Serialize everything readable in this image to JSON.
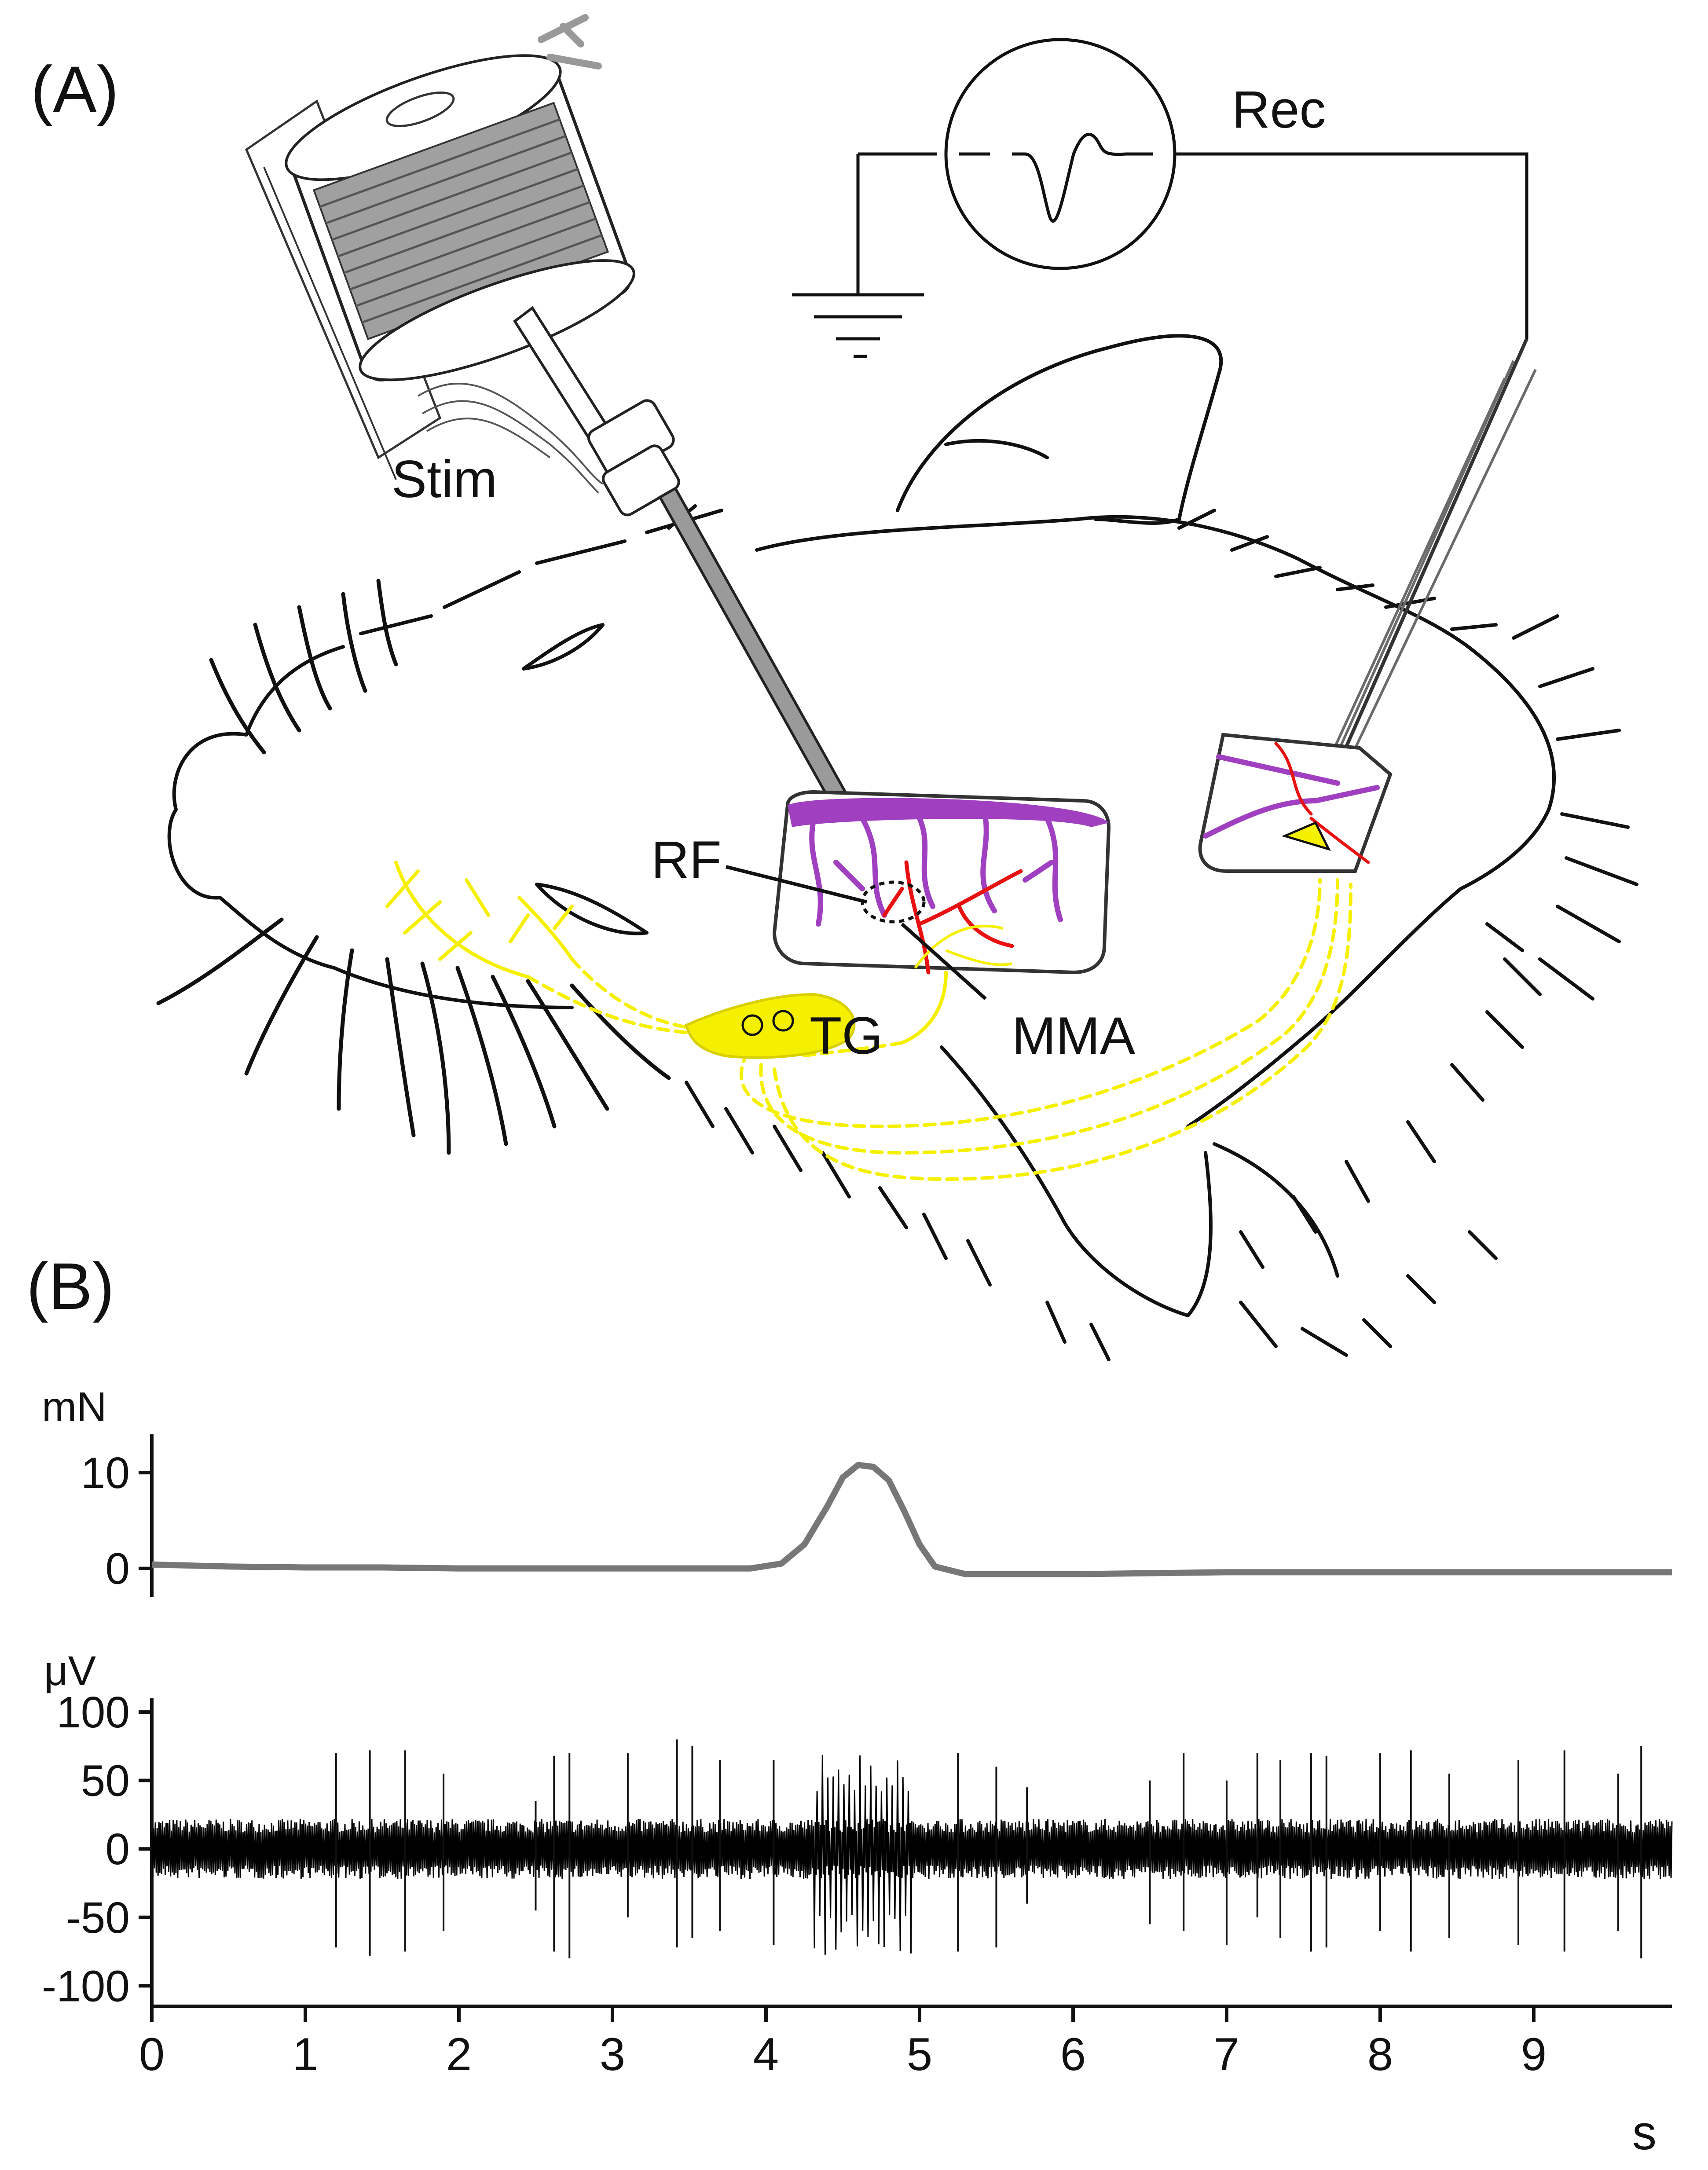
{
  "panelA": {
    "label": "(A)",
    "labels": {
      "stim": "Stim",
      "rec": "Rec",
      "rf": "RF",
      "tg": "TG",
      "mma": "MMA"
    }
  },
  "panelB": {
    "label": "(B)"
  },
  "colors": {
    "ink": "#111111",
    "nerve": "#f5f000",
    "dura_vessel": "#a040c0",
    "artery": "#e81010",
    "probe": "#9a9a9a",
    "coil": "#a0a0a0"
  },
  "chart_data": [
    {
      "type": "line",
      "ylabel": "mN",
      "yticks": [
        0,
        10
      ],
      "ylim": [
        -3,
        14
      ],
      "xlim": [
        0,
        9.9
      ],
      "series": [
        {
          "x": [
            0,
            0.5,
            1,
            1.5,
            2,
            2.5,
            3,
            3.5,
            3.9,
            4.1,
            4.25,
            4.4,
            4.5,
            4.6,
            4.7,
            4.8,
            4.9,
            5.0,
            5.1,
            5.3,
            6,
            7,
            8,
            9,
            9.9
          ],
          "y": [
            0.4,
            0.2,
            0.1,
            0.1,
            0,
            0,
            0,
            0,
            0,
            0.5,
            2.5,
            6.5,
            9.5,
            10.8,
            10.6,
            9.2,
            6.0,
            2.5,
            0.2,
            -0.6,
            -0.6,
            -0.4,
            -0.4,
            -0.4,
            -0.4
          ]
        }
      ]
    },
    {
      "type": "line",
      "ylabel": "μV",
      "xlabel": "s",
      "yticks": [
        100,
        50,
        0,
        -50,
        -100
      ],
      "xticks": [
        0,
        1,
        2,
        3,
        4,
        5,
        6,
        7,
        8,
        9
      ],
      "ylim": [
        -115,
        110
      ],
      "xlim": [
        0,
        9.9
      ],
      "noise_amplitude": 22,
      "burst_window": [
        4.3,
        4.95
      ],
      "burst_amplitude": [
        70,
        -80
      ],
      "spikes": [
        {
          "t": 1.2,
          "up": 70,
          "down": -72
        },
        {
          "t": 1.42,
          "up": 72,
          "down": -78
        },
        {
          "t": 1.65,
          "up": 72,
          "down": -75
        },
        {
          "t": 1.9,
          "up": 55,
          "down": -60
        },
        {
          "t": 2.5,
          "up": 35,
          "down": -45
        },
        {
          "t": 2.62,
          "up": 68,
          "down": -75
        },
        {
          "t": 2.72,
          "up": 70,
          "down": -80
        },
        {
          "t": 3.1,
          "up": 70,
          "down": -50
        },
        {
          "t": 3.42,
          "up": 80,
          "down": -72
        },
        {
          "t": 3.52,
          "up": 75,
          "down": -65
        },
        {
          "t": 3.7,
          "up": 65,
          "down": -60
        },
        {
          "t": 4.05,
          "up": 65,
          "down": -70
        },
        {
          "t": 5.25,
          "up": 70,
          "down": -75
        },
        {
          "t": 5.5,
          "up": 60,
          "down": -72
        },
        {
          "t": 5.7,
          "up": 45,
          "down": -40
        },
        {
          "t": 6.5,
          "up": 50,
          "down": -55
        },
        {
          "t": 6.72,
          "up": 70,
          "down": -60
        },
        {
          "t": 7.0,
          "up": 50,
          "down": -70
        },
        {
          "t": 7.2,
          "up": 70,
          "down": -50
        },
        {
          "t": 7.35,
          "up": 65,
          "down": -65
        },
        {
          "t": 7.55,
          "up": 70,
          "down": -75
        },
        {
          "t": 7.65,
          "up": 68,
          "down": -72
        },
        {
          "t": 8.0,
          "up": 70,
          "down": -60
        },
        {
          "t": 8.2,
          "up": 72,
          "down": -75
        },
        {
          "t": 8.45,
          "up": 55,
          "down": -65
        },
        {
          "t": 8.9,
          "up": 65,
          "down": -70
        },
        {
          "t": 9.2,
          "up": 72,
          "down": -75
        },
        {
          "t": 9.55,
          "up": 55,
          "down": -60
        },
        {
          "t": 9.7,
          "up": 75,
          "down": -80
        }
      ]
    }
  ]
}
